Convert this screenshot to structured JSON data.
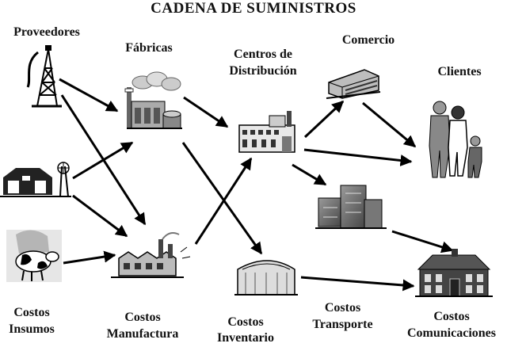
{
  "title": "CADENA DE SUMINISTROS",
  "stages": {
    "proveedores": "Proveedores",
    "fabricas": "Fábricas",
    "centros_line1": "Centros de",
    "centros_line2": "Distribución",
    "comercio": "Comercio",
    "clientes": "Clientes"
  },
  "costs": {
    "insumos_line1": "Costos",
    "insumos_line2": "Insumos",
    "manufactura_line1": "Costos",
    "manufactura_line2": "Manufactura",
    "inventario_line1": "Costos",
    "inventario_line2": "Inventario",
    "transporte_line1": "Costos",
    "transporte_line2": "Transporte",
    "comunicaciones_line1": "Costos",
    "comunicaciones_line2": "Comunicaciones"
  },
  "icons": [
    "oil-derrick-icon",
    "barn-icon",
    "cow-icon",
    "factory-smoke-icon",
    "manufacturing-plant-icon",
    "warehouse-icon",
    "storage-shed-icon",
    "office-building-icon",
    "skyscrapers-icon",
    "family-icon",
    "house-icon"
  ]
}
